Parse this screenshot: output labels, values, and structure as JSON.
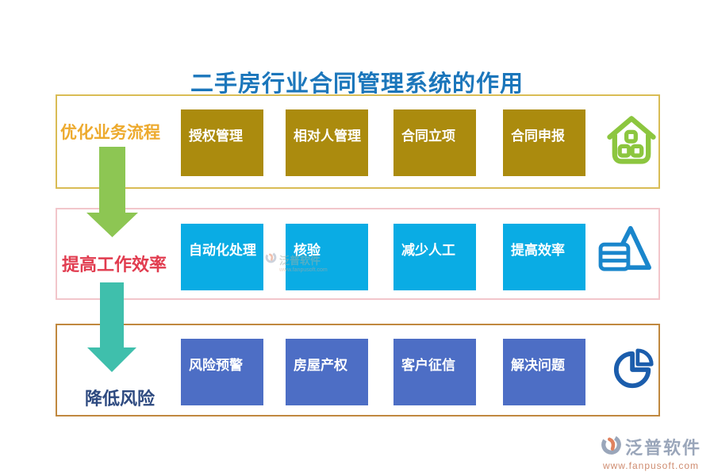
{
  "title": {
    "text": "二手房行业合同管理系统的作用",
    "color": "#1b76bb"
  },
  "rows": [
    {
      "label": "优化业务流程",
      "label_color": "#edaa2e",
      "border_color": "#d9bc55",
      "box_color": "#ab8b0e",
      "icon": "house-icon",
      "icon_color": "#8cc63f",
      "items": [
        "授权管理",
        "相对人管理",
        "合同立项",
        "合同申报"
      ]
    },
    {
      "label": "提高工作效率",
      "label_color": "#e13c4f",
      "border_color": "#f2c6cb",
      "box_color": "#0aace4",
      "icon": "pyramid-list-icon",
      "icon_color": "#1a86cc",
      "items": [
        "自动化处理",
        "核验",
        "减少人工",
        "提高效率"
      ]
    },
    {
      "label": "降低风险",
      "label_color": "#2e4a80",
      "border_color": "#c0883f",
      "box_color": "#4d6ec5",
      "icon": "pie-chart-icon",
      "icon_color": "#1b5dac",
      "items": [
        "风险预警",
        "房屋产权",
        "客户征信",
        "解决问题"
      ]
    }
  ],
  "arrows": [
    {
      "name": "flow-arrow-1",
      "color": "#8dc653"
    },
    {
      "name": "flow-arrow-2",
      "color": "#3fbfac"
    }
  ],
  "watermark": {
    "text": "泛普软件",
    "url": "www.fanpusoft.com"
  },
  "footer_logo": {
    "name": "泛普软件",
    "url": "www.fanpusoft.com"
  }
}
